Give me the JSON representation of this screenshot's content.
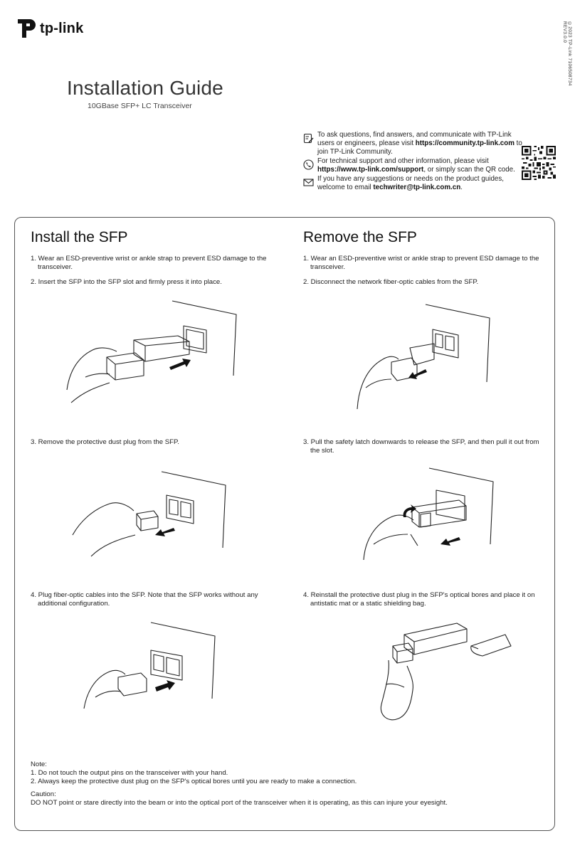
{
  "brand": {
    "logo_text": "tp-link"
  },
  "side_code": "©2023 TP-Link   7106508734   REV3.0.0",
  "header": {
    "title": "Installation Guide",
    "subtitle": "10GBase SFP+ LC Transceiver"
  },
  "contact": {
    "community": {
      "icon": "community-edit-icon",
      "pre": "To ask questions, find answers, and communicate with TP-Link users or engineers, please visit ",
      "link": "https://community.tp-link.com",
      "post": " to join TP-Link Community."
    },
    "support": {
      "icon": "phone-icon",
      "pre": "For technical support and other information, please visit ",
      "link": "https://www.tp-link.com/support",
      "post": ", or simply scan the QR code."
    },
    "email": {
      "icon": "envelope-icon",
      "pre": "If you have any suggestions or needs on the product guides, welcome to email ",
      "link": "techwriter@tp-link.com.cn",
      "post": "."
    }
  },
  "install": {
    "heading": "Install the SFP",
    "steps": [
      "1. Wear an ESD-preventive wrist or ankle strap to prevent ESD damage to the transceiver.",
      "2. Insert the SFP into the SFP slot and firmly press it into place.",
      "3. Remove the protective dust plug from the SFP.",
      "4. Plug fiber-optic cables into the SFP. Note that the SFP works without any additional configuration."
    ]
  },
  "remove": {
    "heading": "Remove the SFP",
    "steps": [
      "1. Wear an ESD-preventive wrist or ankle strap to prevent ESD damage to the transceiver.",
      "2. Disconnect the network fiber-optic cables from the SFP.",
      "3. Pull the safety latch downwards to release the SFP, and then pull it out from the slot.",
      "4. Reinstall the protective dust plug in the SFP's optical bores and place it on antistatic mat or a static shielding bag."
    ]
  },
  "notes": {
    "note_label": "Note:",
    "note_1": "1. Do not touch the output pins on the transceiver with your hand.",
    "note_2": "2. Always keep the protective dust plug on the SFP's optical bores until you are ready to make a connection.",
    "caution_label": "Caution:",
    "caution_text": "DO NOT point or stare directly into the beam or into the optical port of the transceiver when it is operating, as this can injure your eyesight."
  }
}
